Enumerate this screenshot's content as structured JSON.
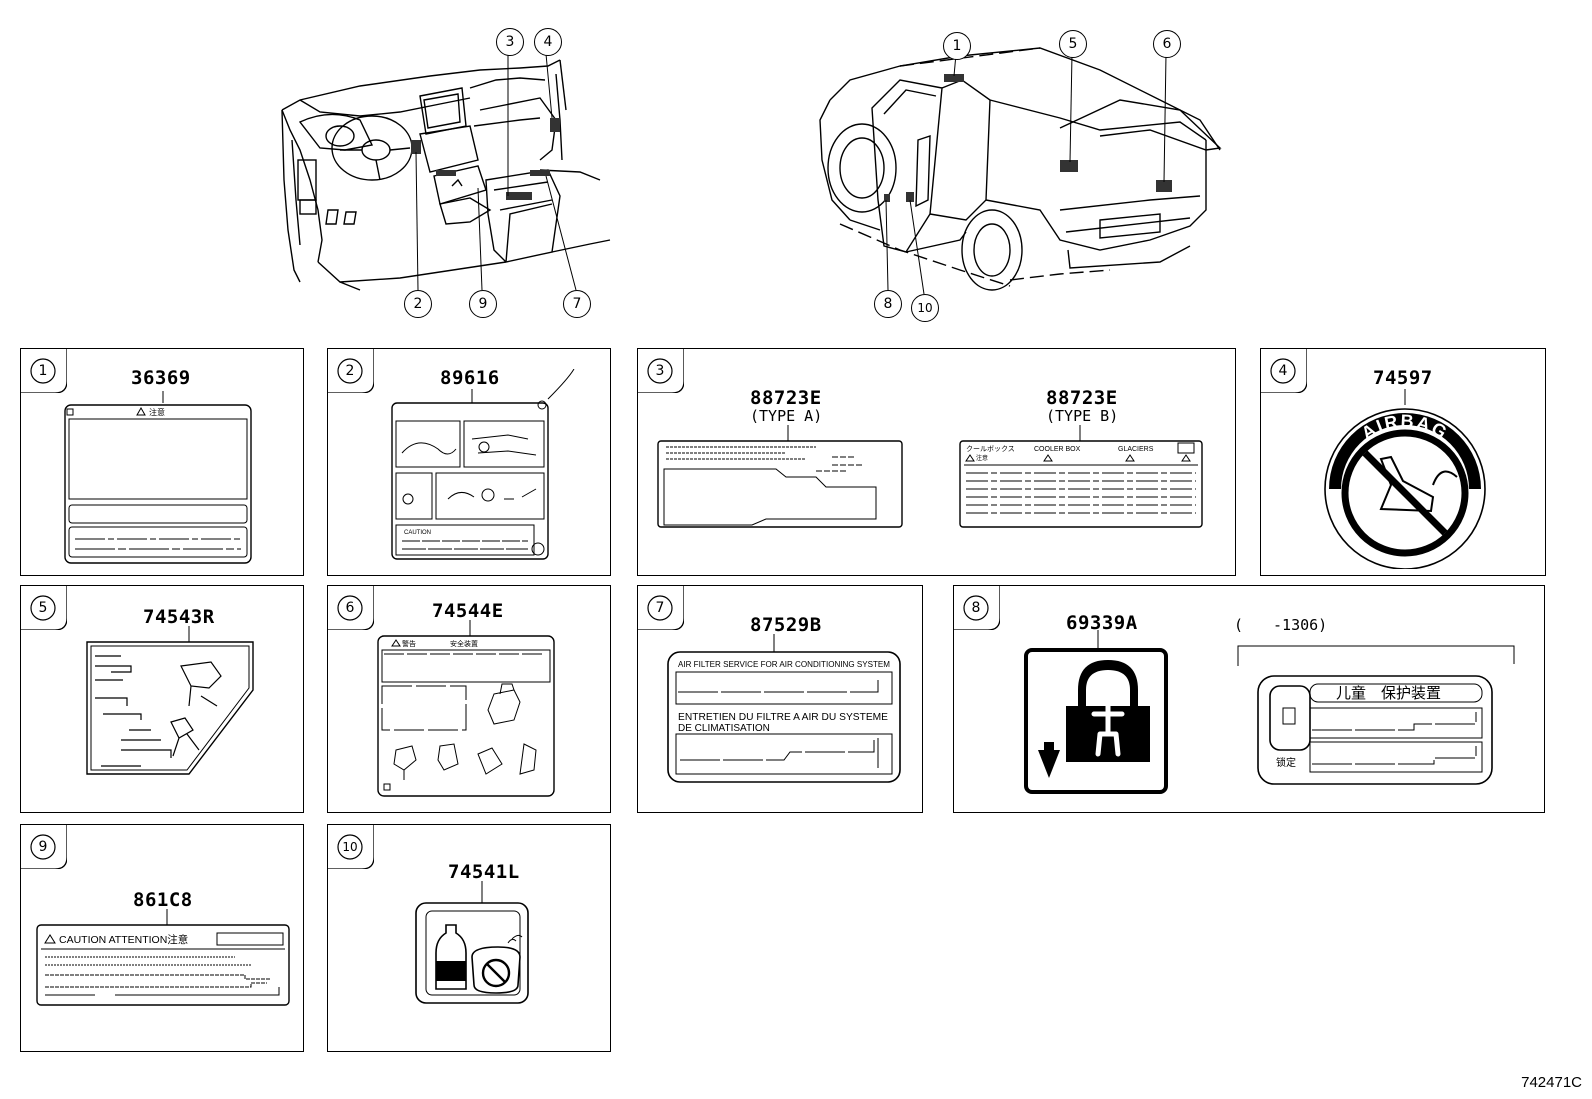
{
  "callouts": [
    "1",
    "2",
    "3",
    "4",
    "5",
    "6",
    "7",
    "8",
    "9",
    "10"
  ],
  "drawing_code": "742471C",
  "labels": [
    {
      "ref": "1",
      "part_number": "36369",
      "text": "注意"
    },
    {
      "ref": "2",
      "part_number": "89616",
      "text": "CAUTION"
    },
    {
      "ref": "3",
      "part_number": "88723E",
      "variants": [
        {
          "type": "(TYPE A)"
        },
        {
          "type": "(TYPE B)",
          "text1": "クールボックス",
          "text2": "COOLER BOX",
          "text3": "GLACIERS",
          "text4": "注意"
        }
      ]
    },
    {
      "ref": "4",
      "part_number": "74597",
      "text": "AIRBAG"
    },
    {
      "ref": "5",
      "part_number": "74543R"
    },
    {
      "ref": "6",
      "part_number": "74544E",
      "text1": "警告",
      "text2": "安全装置"
    },
    {
      "ref": "7",
      "part_number": "87529B",
      "line1": "AIR FILTER SERVICE FOR AIR CONDITIONING SYSTEM",
      "line2": "ENTRETIEN DU FILTRE A AIR DU SYSTEME",
      "line3": "DE CLIMATISATION"
    },
    {
      "ref": "8",
      "part_number": "69339A",
      "range": "(　　-1306)",
      "text1": "儿童　保护装置",
      "text2": "锁定"
    },
    {
      "ref": "9",
      "part_number": "861C8",
      "text": "CAUTION ATTENTION注意"
    },
    {
      "ref": "10",
      "part_number": "74541L"
    }
  ]
}
